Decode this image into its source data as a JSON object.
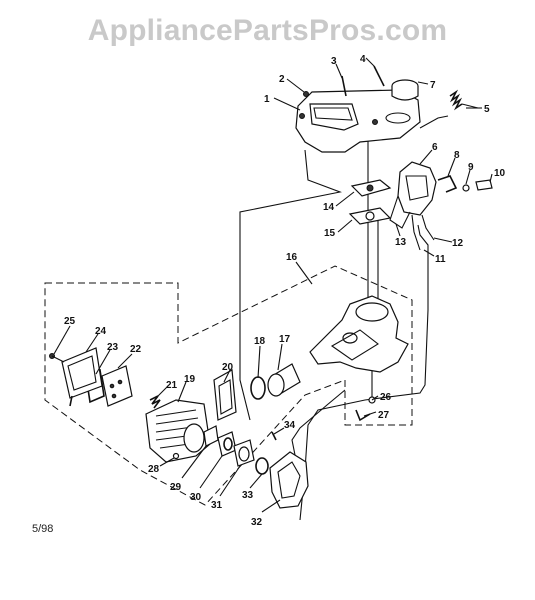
{
  "watermark": "AppliancePartsPros.com",
  "date_code": "5/98",
  "callouts": [
    "1",
    "2",
    "3",
    "4",
    "5",
    "6",
    "7",
    "8",
    "9",
    "10",
    "11",
    "12",
    "13",
    "14",
    "15",
    "16",
    "17",
    "18",
    "19",
    "20",
    "21",
    "22",
    "23",
    "24",
    "25",
    "26",
    "27",
    "28",
    "29",
    "30",
    "31",
    "32",
    "33",
    "34"
  ]
}
